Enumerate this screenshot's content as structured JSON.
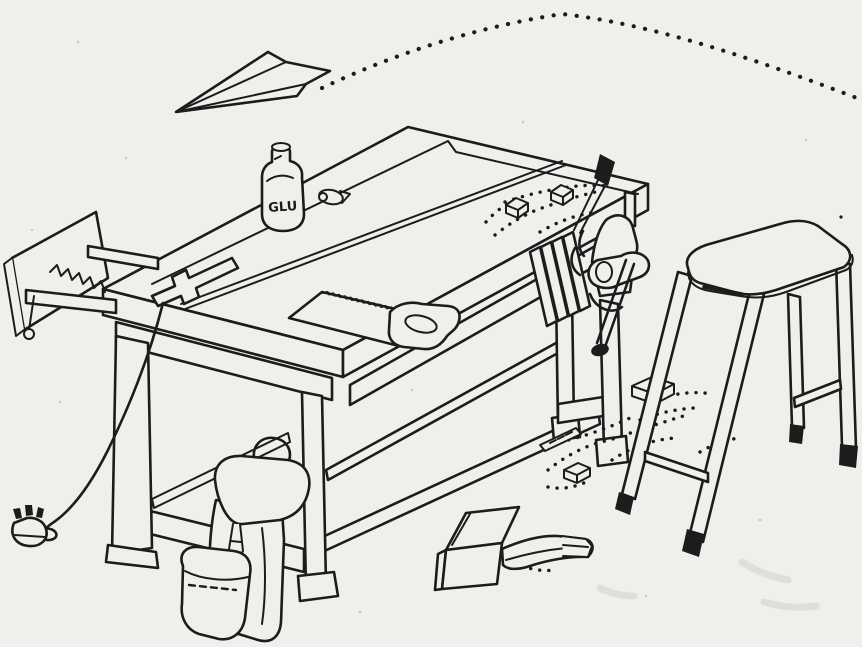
{
  "scene": {
    "description": "Hand-drawn black ink line illustration of a school woodworking workshop: workbench with vises, tools, stool, backpack and a paper airplane flying overhead",
    "ink_color": "#1c1c1c",
    "paper_color": "#f0efec"
  },
  "objects": {
    "paper_airplane": {
      "name": "paper airplane"
    },
    "flight_trail": {
      "name": "dotted flight path"
    },
    "workbench": {
      "name": "woodworking workbench"
    },
    "tail_vise": {
      "name": "tail vise with screw and rails"
    },
    "bench_stop": {
      "name": "stepped bench stop"
    },
    "face_vise": {
      "name": "face vise with hanging handle"
    },
    "chisel": {
      "name": "chisel leaning on vise"
    },
    "glue_bottle": {
      "name": "glue bottle",
      "label": "GLU"
    },
    "sharpener": {
      "name": "small sharpener"
    },
    "handsaw": {
      "name": "handsaw lying on benchtop"
    },
    "sawdust_bench": {
      "name": "wood shavings on benchtop"
    },
    "offcuts_bench": {
      "name": "wood offcut blocks on benchtop"
    },
    "stool": {
      "name": "four-legged workshop stool"
    },
    "backpack": {
      "name": "school backpack leaning on bench leg"
    },
    "mallet": {
      "name": "wooden mallet on floor"
    },
    "power_cord": {
      "name": "power cord draped off bench"
    },
    "power_plug": {
      "name": "electric plug"
    },
    "sawdust_floor": {
      "name": "wood shavings on floor"
    },
    "offcuts_floor": {
      "name": "dowel and offcut blocks on floor"
    }
  }
}
